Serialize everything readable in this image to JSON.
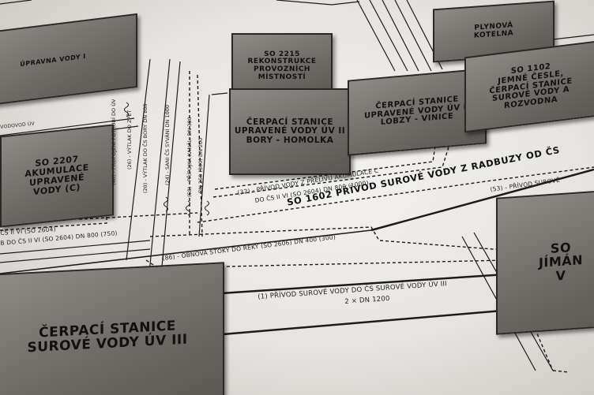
{
  "boxes": {
    "upravna": "ÚPRAVNA VODY I",
    "so2215": "SO 2215\nREKONSTRUKCE\nPROVOZNÍCH\nMÍSTNOSTÍ",
    "plynova": "PLYNOVÁ\nKOTELNA",
    "cs_homolka": "ČERPACÍ STANICE\nUPRAVENÉ VODY ÚV II\nBORY - HOMOLKA",
    "cs_lobzy": "ČERPACÍ STANICE\nUPRAVENÉ VODY ÚV II\nLOBZY - VINICE",
    "so1102": "SO 1102\nJEMNÉ ČESLE,\nČERPACÍ STANICE\nSUROVÉ VODY A\nROZVODNA",
    "so2207": "SO 2207\nAKUMULACE\nUPRAVENÉ\nVODY (C)",
    "cs_uv3": "ČERPACÍ STANICE\nSUROVÉ VODY ÚV III",
    "jiman": "SO\nJÍMÁN\nV"
  },
  "labels": {
    "so1602": "SO 1602 PŘÍVOD SUROVÉ VODY Z RADBUZY OD ČS",
    "label32_line1": "(32) - PŘÍVOD VODY Z PŘELIVU AKUMULACE C",
    "label32_line2": "DO ČS II VI (SO 2604) DN 800 (1000)",
    "label53": "(53) - PŘÍVOD SUROVÉ",
    "label86": "(86) - OBNOVA STOKY DO ŘEKY (SO 2606) DN 400 (300)",
    "label1_line1": "(1) PŘÍVOD SUROVÉ VODY DO ČS SUROVÉ VODY ÚV III",
    "label1_line2": "2 × DN 1200",
    "left1": "ČS II VI (SO 2604)",
    "left2": "B DO ČS II VI (SO 2604) DN 800 (750)",
    "vodovod": "VODOVOD ÚV",
    "v_narrow": "(26) - VÝTLAK DO ZPĚT",
    "v_pumps": "(40) - PROPOJENÍ POTRUBÍ DO ÚV",
    "v_bory": "(20) - VÝTLAK DO ČS BORY DN 800",
    "v_syvani": "(24) - SANI ČS SYVÁNÍ DN 1000",
    "v_kanal": "(58) - PŘÍPOJKA KANÁL. DN 300",
    "v_dn": "DN 250 (300) DN 200"
  },
  "colors": {
    "paper": "#f1f0ee",
    "box_fill": "#7c7975",
    "line": "#1e1c1a"
  }
}
